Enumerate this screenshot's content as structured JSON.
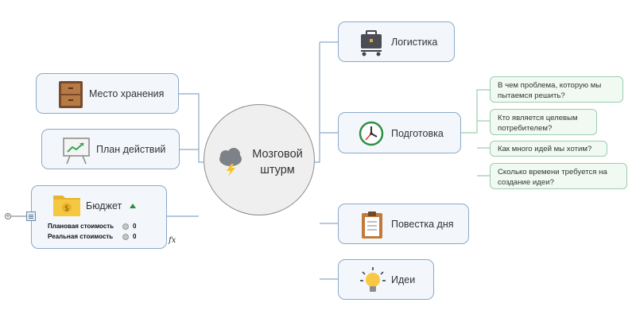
{
  "center": {
    "line1": "Мозговой",
    "line2": "штурм",
    "icon": "storm-cloud-icon"
  },
  "right_topics": [
    {
      "label": "Логистика",
      "icon": "briefcase-cart-icon"
    },
    {
      "label": "Подготовка",
      "icon": "clock-icon"
    },
    {
      "label": "Повестка дня",
      "icon": "clipboard-icon"
    },
    {
      "label": "Идеи",
      "icon": "lightbulb-icon"
    }
  ],
  "left_topics": [
    {
      "label": "Место хранения",
      "icon": "cabinet-icon"
    },
    {
      "label": "План действий",
      "icon": "presentation-chart-icon"
    },
    {
      "label": "Бюджет",
      "icon": "dollar-folder-icon"
    }
  ],
  "questions": [
    {
      "line1": "В чем проблема, которую мы",
      "line2": "пытаемся решить?"
    },
    {
      "line1": "Кто является целевым",
      "line2": "потребителем?"
    },
    {
      "line1": "Как много идей мы хотим?",
      "line2": ""
    },
    {
      "line1": "Сколько времени требуется на",
      "line2": "создание идеи?"
    }
  ],
  "budget": {
    "rows": [
      {
        "name": "Плановая стоимость",
        "value": "0"
      },
      {
        "name": "Реальная стоимость",
        "value": "0"
      }
    ],
    "fx": "fx",
    "expand": "+"
  },
  "colors": {
    "topic_border": "#8aa9c9",
    "topic_fill": "#f3f7fc",
    "question_border": "#9ccdae",
    "question_fill": "#f0faf3",
    "center_fill": "#efefef"
  }
}
